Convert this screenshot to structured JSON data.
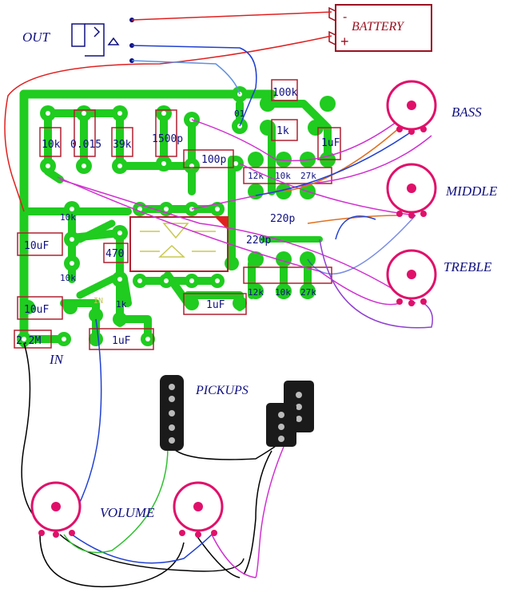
{
  "labels": {
    "out": "OUT",
    "battery": "BATTERY",
    "battery_minus": "-",
    "battery_plus": "+",
    "bass": "BASS",
    "middle": "MIDDLE",
    "treble": "TREBLE",
    "pickups": "PICKUPS",
    "volume": "VOLUME",
    "in_label": "IN",
    "in_small": "IN"
  },
  "components": {
    "r_100k": "100k",
    "r_1k": "1k",
    "r_10k_top": "10k",
    "c_0015": "0.015",
    "r_39k": "39k",
    "c_1500p": "1500p",
    "c_100p": "100p",
    "c_1uf_right": "1uF",
    "r_12k_a": "12k",
    "r_10k_b": "10k",
    "r_27k_a": "27k",
    "c_220p_a": "220p",
    "c_220p_b": "220p",
    "r_10k_left": "10k",
    "c_10uf_a": "10uF",
    "r_470": "470",
    "r_10k_mid": "10k",
    "c_10uf_b": "10uF",
    "r_1k_small": "1k",
    "c_1uf_mid": "1uF",
    "r_2_2m": "2.2M",
    "c_1uf_low": "1uF",
    "r_12k_b": "12k",
    "r_10k_c": "10k",
    "r_27k_b": "27k",
    "r_01": "01"
  },
  "colors": {
    "trace": "#1fcc1f",
    "outline": "#b02030",
    "pot": "#e0106a",
    "wire_red": "#e02020",
    "wire_blue": "#2040d0",
    "wire_magenta": "#d030d0",
    "wire_orange": "#e07020",
    "wire_green": "#30c030",
    "wire_black": "#000000",
    "wire_purple": "#9040d0"
  }
}
